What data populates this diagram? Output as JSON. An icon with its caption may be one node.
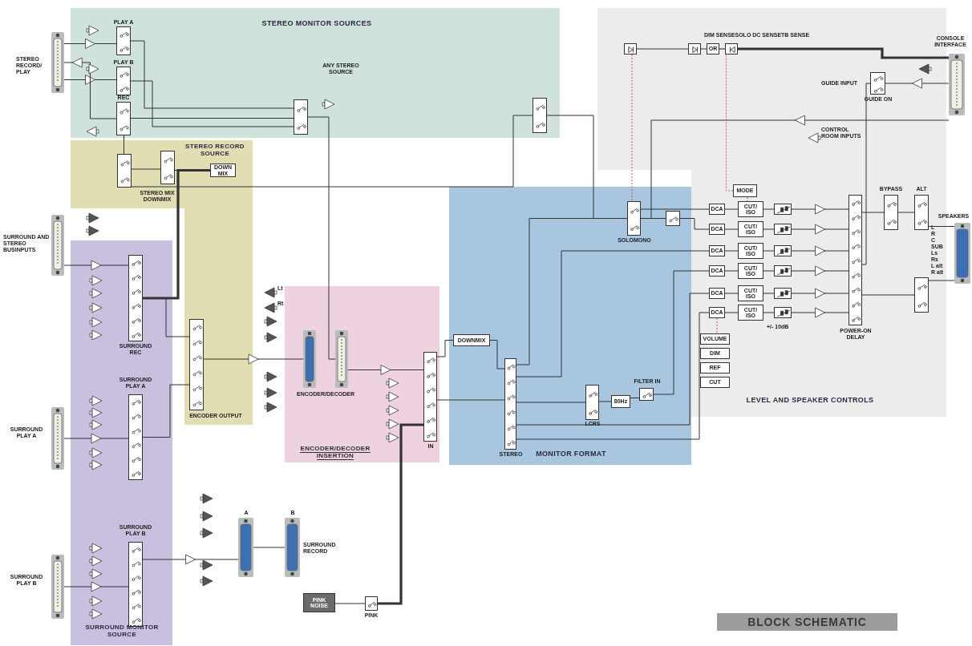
{
  "diagram": {
    "title": "BLOCK SCHEMATIC",
    "nodes": [
      {
        "text": [
          "STEREO MONITOR SOURCES"
        ]
      },
      {
        "text": [],
        "shape": "connector"
      },
      {
        "text": [],
        "shape": "switch",
        "in": 0
      },
      {
        "text": [],
        "shape": "switch",
        "in": 0
      },
      {
        "text": [],
        "shape": "switch",
        "in": 0
      },
      {
        "text": [],
        "shape": "switch",
        "in": 0
      },
      {
        "text": [],
        "shape": "switch",
        "in": 0
      },
      {
        "text": [
          "STEREO RECORD SOURCE"
        ]
      },
      {
        "text": [],
        "shape": "switch",
        "in": 7
      },
      {
        "text": [],
        "shape": "switch",
        "in": 7
      },
      {
        "text": [
          "DOWN MIX"
        ],
        "in": 7
      },
      {
        "text": [],
        "shape": "switch",
        "in": 7
      },
      {
        "text": [],
        "shape": "connector"
      },
      {
        "text": [
          "SURROUND MONITOR SOURCE"
        ]
      },
      {
        "text": [],
        "shape": "switch",
        "in": 13
      },
      {
        "text": [],
        "shape": "switch",
        "in": 13
      },
      {
        "text": [],
        "shape": "switch",
        "in": 13
      },
      {
        "text": [],
        "shape": "connector"
      },
      {
        "text": [],
        "shape": "connector"
      },
      {
        "text": [
          "ENCODER/DECODER INSERTION"
        ]
      },
      {
        "text": [],
        "shape": "connector",
        "in": 19
      },
      {
        "text": [],
        "shape": "connector",
        "in": 19
      },
      {
        "text": [],
        "shape": "switch",
        "in": 19
      },
      {
        "text": [],
        "shape": "connector"
      },
      {
        "text": [],
        "shape": "connector"
      },
      {
        "text": [
          "PINK NOISE"
        ]
      },
      {
        "text": [],
        "shape": "switch"
      },
      {
        "text": [
          "MONITOR FORMAT"
        ]
      },
      {
        "text": [
          "DOWNMIX"
        ],
        "in": 27
      },
      {
        "text": [],
        "shape": "switch",
        "in": 27
      },
      {
        "text": [],
        "shape": "switch",
        "in": 27
      },
      {
        "text": [
          "80Hz"
        ],
        "in": 27
      },
      {
        "text": [],
        "shape": "switch",
        "in": 27
      },
      {
        "text": [],
        "shape": "switch",
        "in": 27
      },
      {
        "text": [],
        "shape": "switch",
        "in": 27
      },
      {
        "text": [
          "LEVEL AND SPEAKER CONTROLS"
        ]
      },
      {
        "text": [],
        "shape": "box",
        "in": 35
      },
      {
        "text": [],
        "shape": "box",
        "in": 35
      },
      {
        "text": [
          "OR"
        ],
        "in": 35
      },
      {
        "text": [],
        "shape": "box",
        "in": 35
      },
      {
        "text": [
          "MODE"
        ],
        "in": 35
      },
      {
        "text": [
          "DCA"
        ],
        "in": 35
      },
      {
        "text": [
          "CUT/ ISO"
        ],
        "in": 35
      },
      {
        "text": [],
        "shape": "box",
        "in": 35
      },
      {
        "text": [
          "DCA"
        ],
        "in": 35
      },
      {
        "text": [
          "CUT/ ISO"
        ],
        "in": 35
      },
      {
        "text": [],
        "shape": "box",
        "in": 35
      },
      {
        "text": [
          "DCA"
        ],
        "in": 35
      },
      {
        "text": [
          "CUT/ ISO"
        ],
        "in": 35
      },
      {
        "text": [],
        "shape": "box",
        "in": 35
      },
      {
        "text": [
          "DCA"
        ],
        "in": 35
      },
      {
        "text": [
          "CUT/ ISO"
        ],
        "in": 35
      },
      {
        "text": [],
        "shape": "box",
        "in": 35
      },
      {
        "text": [
          "DCA"
        ],
        "in": 35
      },
      {
        "text": [
          "CUT/ ISO"
        ],
        "in": 35
      },
      {
        "text": [],
        "shape": "box",
        "in": 35
      },
      {
        "text": [
          "DCA"
        ],
        "in": 35
      },
      {
        "text": [
          "CUT/ ISO"
        ],
        "in": 35
      },
      {
        "text": [],
        "shape": "box",
        "in": 35
      },
      {
        "text": [],
        "shape": "switch",
        "in": 35
      },
      {
        "text": [],
        "shape": "switch",
        "in": 35
      },
      {
        "text": [],
        "shape": "switch",
        "in": 35
      },
      {
        "text": [],
        "shape": "switch",
        "in": 35
      },
      {
        "text": [],
        "shape": "switch",
        "in": 35
      },
      {
        "text": [
          "VOLUME"
        ],
        "in": 35
      },
      {
        "text": [
          "DIM"
        ],
        "in": 35
      },
      {
        "text": [
          "REF"
        ],
        "in": 35
      },
      {
        "text": [
          "CUT"
        ],
        "in": 35
      },
      {
        "text": [],
        "shape": "connector"
      },
      {
        "text": [],
        "shape": "connector"
      }
    ],
    "edges": [
      {
        "from": 1,
        "to": 2,
        "arrow": "to"
      },
      {
        "from": 1,
        "to": 3,
        "arrow": "to"
      },
      {
        "from": 4,
        "to": 1,
        "arrow": "to"
      },
      {
        "from": 2,
        "to": 5,
        "arrow": "none"
      },
      {
        "from": 3,
        "to": 5,
        "arrow": "none"
      },
      {
        "from": 4,
        "to": 5,
        "arrow": "none"
      },
      {
        "from": 4,
        "to": 8,
        "arrow": "none"
      },
      {
        "from": 8,
        "to": 9,
        "arrow": "none"
      },
      {
        "from": 9,
        "to": 10,
        "arrow": "none"
      },
      {
        "from": 8,
        "to": 6,
        "arrow": "none"
      },
      {
        "from": 5,
        "to": 21,
        "arrow": "none"
      },
      {
        "from": 6,
        "to": 33,
        "arrow": "none"
      },
      {
        "from": 10,
        "to": 14,
        "arrow": "none",
        "style": "thick"
      },
      {
        "from": 12,
        "to": 14,
        "arrow": "to"
      },
      {
        "from": 17,
        "to": 15,
        "arrow": "to"
      },
      {
        "from": 18,
        "to": 16,
        "arrow": "to"
      },
      {
        "from": 14,
        "to": 11,
        "arrow": "none"
      },
      {
        "from": 15,
        "to": 11,
        "arrow": "none"
      },
      {
        "from": 11,
        "to": 20,
        "arrow": "to"
      },
      {
        "from": 16,
        "to": 23,
        "arrow": "to"
      },
      {
        "from": 23,
        "to": 24,
        "arrow": "none"
      },
      {
        "from": 21,
        "to": 22,
        "arrow": "to"
      },
      {
        "from": 25,
        "to": 26,
        "arrow": "none"
      },
      {
        "from": 26,
        "to": 22,
        "arrow": "none",
        "style": "thick"
      },
      {
        "from": 22,
        "to": 29,
        "arrow": "none"
      },
      {
        "from": 22,
        "to": 28,
        "arrow": "none"
      },
      {
        "from": 28,
        "to": 29,
        "arrow": "none"
      },
      {
        "from": 29,
        "to": 33,
        "arrow": "none"
      },
      {
        "from": 29,
        "to": 30,
        "arrow": "none"
      },
      {
        "from": 30,
        "to": 31,
        "arrow": "none"
      },
      {
        "from": 31,
        "to": 32,
        "arrow": "none"
      },
      {
        "from": 33,
        "to": 34,
        "arrow": "none"
      },
      {
        "from": 33,
        "to": 41,
        "arrow": "none"
      },
      {
        "from": 34,
        "to": 44,
        "arrow": "none"
      },
      {
        "from": 29,
        "to": 47,
        "arrow": "none"
      },
      {
        "from": 32,
        "to": 50,
        "arrow": "none"
      },
      {
        "from": 29,
        "to": 53,
        "arrow": "none"
      },
      {
        "from": 29,
        "to": 56,
        "arrow": "none"
      },
      {
        "from": 41,
        "to": 42,
        "arrow": "none"
      },
      {
        "from": 42,
        "to": 43,
        "arrow": "none"
      },
      {
        "from": 43,
        "to": 59,
        "arrow": "to"
      },
      {
        "from": 44,
        "to": 45,
        "arrow": "none"
      },
      {
        "from": 45,
        "to": 46,
        "arrow": "none"
      },
      {
        "from": 46,
        "to": 59,
        "arrow": "to"
      },
      {
        "from": 47,
        "to": 48,
        "arrow": "none"
      },
      {
        "from": 48,
        "to": 49,
        "arrow": "none"
      },
      {
        "from": 49,
        "to": 59,
        "arrow": "to"
      },
      {
        "from": 50,
        "to": 51,
        "arrow": "none"
      },
      {
        "from": 51,
        "to": 52,
        "arrow": "none"
      },
      {
        "from": 52,
        "to": 59,
        "arrow": "to"
      },
      {
        "from": 53,
        "to": 54,
        "arrow": "none"
      },
      {
        "from": 54,
        "to": 55,
        "arrow": "none"
      },
      {
        "from": 55,
        "to": 59,
        "arrow": "to"
      },
      {
        "from": 56,
        "to": 57,
        "arrow": "none"
      },
      {
        "from": 57,
        "to": 58,
        "arrow": "none"
      },
      {
        "from": 58,
        "to": 59,
        "arrow": "to"
      },
      {
        "from": 59,
        "to": 60,
        "arrow": "none"
      },
      {
        "from": 60,
        "to": 61,
        "arrow": "none"
      },
      {
        "from": 59,
        "to": 62,
        "arrow": "none"
      },
      {
        "from": 61,
        "to": 68,
        "arrow": "none"
      },
      {
        "from": 62,
        "to": 68,
        "arrow": "none"
      },
      {
        "from": 69,
        "to": 63,
        "arrow": "to"
      },
      {
        "from": 63,
        "to": 59,
        "arrow": "none"
      },
      {
        "from": 69,
        "to": 33,
        "arrow": "to"
      },
      {
        "from": 36,
        "to": 37,
        "arrow": "none"
      },
      {
        "from": 37,
        "to": 38,
        "arrow": "none"
      },
      {
        "from": 38,
        "to": 39,
        "arrow": "none"
      },
      {
        "from": 39,
        "to": 69,
        "arrow": "none",
        "style": "thick"
      },
      {
        "from": 36,
        "to": 33,
        "arrow": "none",
        "style": "dashed",
        "color": "#d04040"
      },
      {
        "from": 38,
        "to": 40,
        "arrow": "none",
        "style": "dashed",
        "color": "#d04040"
      },
      {
        "from": 40,
        "to": 42,
        "arrow": "none",
        "style": "dashed",
        "color": "#d04040"
      },
      {
        "from": 56,
        "to": 64,
        "arrow": "none",
        "style": "dashed",
        "color": "#d04040"
      }
    ],
    "labels": [
      "STEREO RECORD/ PLAY",
      "PLAY A",
      "PLAY B",
      "REC",
      "ANY STEREO SOURCE",
      "STEREO MIX DOWNMIX",
      "SURROUND AND STEREO BUSINPUTS",
      "SURROUND REC",
      "SURROUND PLAY A",
      "SURROUND PLAY A",
      "SURROUND PLAY B",
      "SURROUND PLAY B",
      "ENCODER OUTPUT",
      "Lt",
      "Rt",
      "ENCODER/DECODER",
      "IN",
      "A",
      "B",
      "SURROUND RECORD",
      "PINK",
      "STEREO",
      "LCRS",
      "FILTER IN",
      "SOLOMONO",
      "DIM SENSESOLO DC SENSETB SENSE",
      "GUIDE INPUT",
      "GUIDE ON",
      "CONSOLE INTERFACE",
      "CONTROL ROOM INPUTS",
      "BYPASS",
      "ALT",
      "SPEAKERS",
      "L",
      "R",
      "C",
      "SUB",
      "Ls",
      "Rs",
      "L alt",
      "R alt",
      "+/- 10dB",
      "POWER-ON DELAY"
    ]
  }
}
